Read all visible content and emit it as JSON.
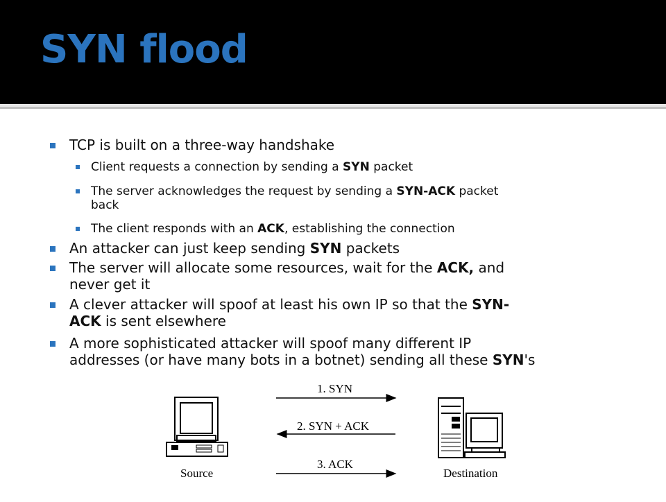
{
  "title": "SYN flood",
  "bullets": {
    "b1": "TCP is built on a three-way handshake",
    "s1": {
      "pre": "Client requests a connection by sending a ",
      "bold": "SYN",
      "post": " packet"
    },
    "s2": {
      "pre": "The server acknowledges the request by sending a ",
      "bold": "SYN-ACK",
      "post": " packet",
      "line2": "back"
    },
    "s3": {
      "pre": "The client responds with an ",
      "bold": "ACK",
      "post": ", establishing the connection"
    },
    "b2": {
      "pre": "An attacker can just keep sending ",
      "bold": "SYN",
      "post": " packets"
    },
    "b3": {
      "pre": "The server will allocate some resources, wait for the ",
      "bold": "ACK,",
      "post": " and",
      "line2": "never get it"
    },
    "b4": {
      "pre": "A clever attacker will spoof at least his own IP so that the ",
      "bold": "SYN-",
      "line2bold": "ACK",
      "line2post": " is sent elsewhere"
    },
    "b5": {
      "line1": "A more sophisticated attacker will spoof many different IP",
      "pre": "addresses (or have many bots in a botnet) sending all these ",
      "bold": "SYN",
      "post": "'s"
    }
  },
  "diagram": {
    "msg1": "1. SYN",
    "msg2": "2. SYN + ACK",
    "msg3": "3. ACK",
    "source": "Source",
    "destination": "Destination"
  },
  "colors": {
    "title": "#2b74be",
    "bullet": "#2b74be",
    "header_bg": "#000000"
  }
}
